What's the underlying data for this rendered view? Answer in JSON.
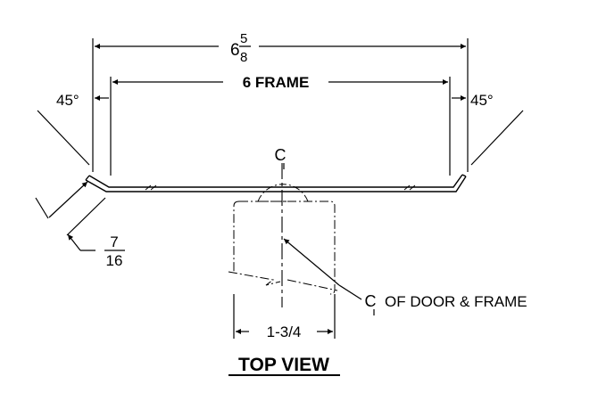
{
  "drawing": {
    "overall_width": {
      "whole": "6",
      "num": "5",
      "den": "8"
    },
    "frame_label": "6 FRAME",
    "angle_left": "45°",
    "angle_right": "45°",
    "return": {
      "num": "7",
      "den": "16"
    },
    "centerline_symbol": "C",
    "centerline_note": "OF DOOR & FRAME",
    "door_thickness": "1-3/4",
    "view_title": "TOP VIEW"
  }
}
